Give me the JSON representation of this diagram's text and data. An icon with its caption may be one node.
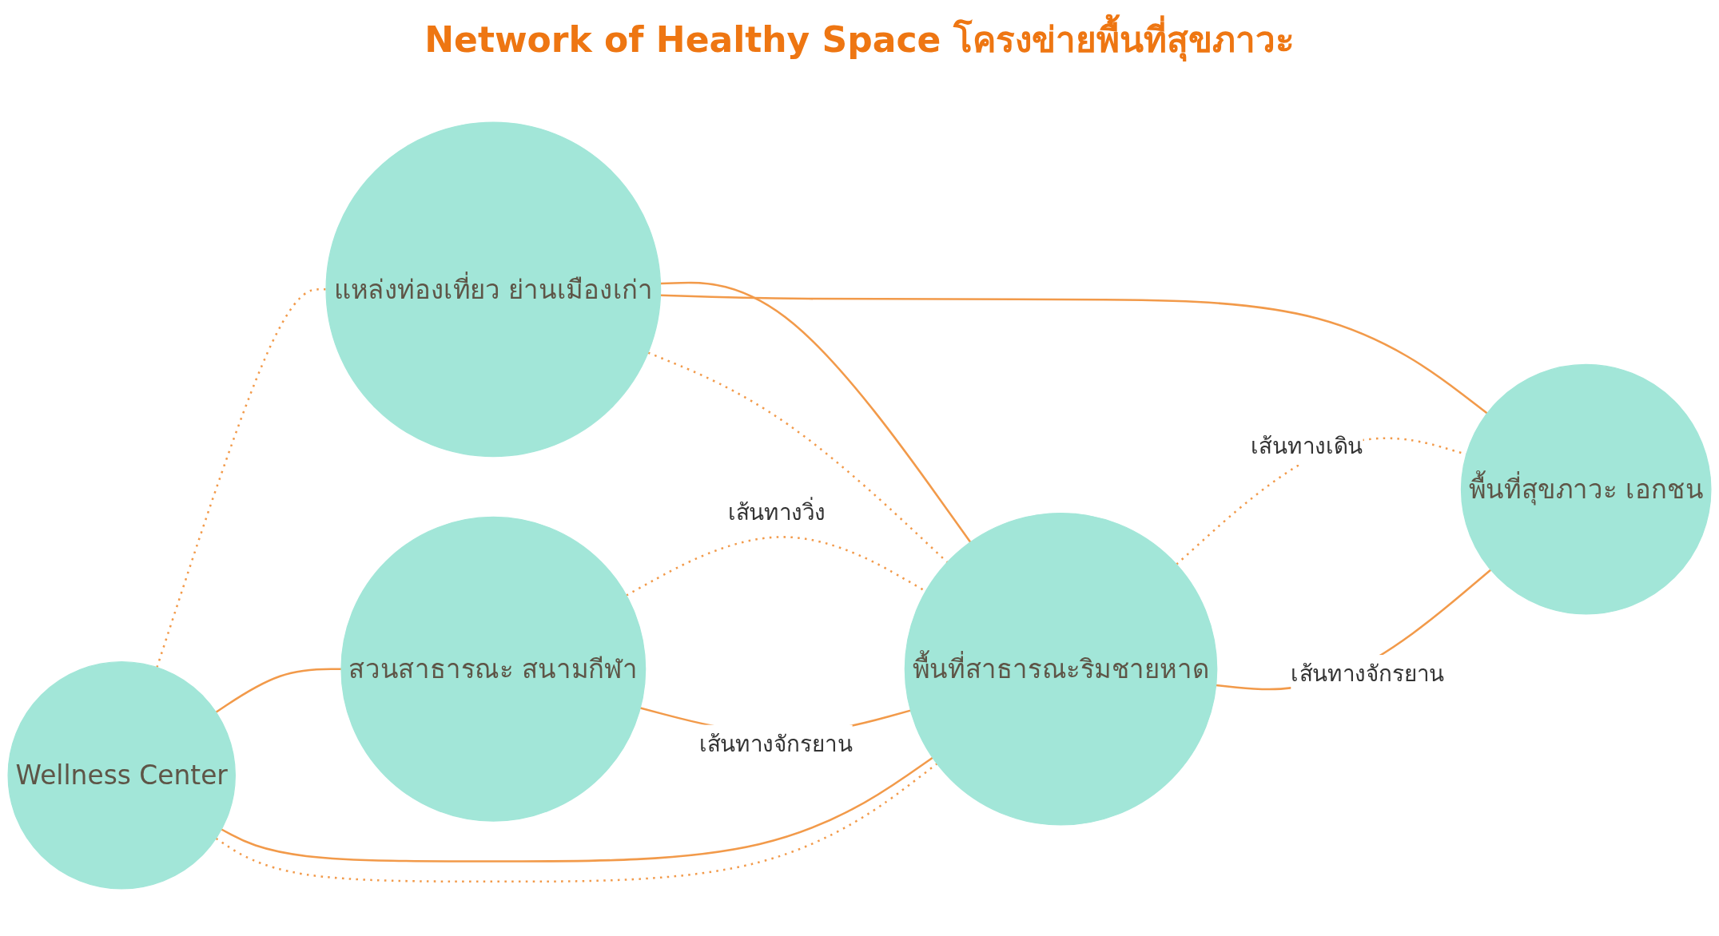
{
  "diagram": {
    "title": "Network of Healthy Space โครงข่ายพื้นที่สุขภาวะ",
    "nodes": [
      {
        "text": [
          "Wellness Center"
        ]
      },
      {
        "text": [
          "แหล่งท่องเที่ยว ย่านเมืองเก่า"
        ]
      },
      {
        "text": [
          "สวนสาธารณะ สนามกีฬา"
        ]
      },
      {
        "text": [
          "พื้นที่สาธารณะริมชายหาด"
        ]
      },
      {
        "text": [
          "พื้นที่สุขภาวะ เอกชน"
        ]
      }
    ],
    "edges": [
      {
        "from": 0,
        "to": 1,
        "arrow": "none",
        "style": "dashed"
      },
      {
        "from": 0,
        "to": 2,
        "arrow": "none"
      },
      {
        "from": 0,
        "to": 3,
        "arrow": "none"
      },
      {
        "from": 0,
        "to": 3,
        "arrow": "none",
        "style": "dashed"
      },
      {
        "from": 1,
        "to": 3,
        "arrow": "none"
      },
      {
        "from": 1,
        "to": 4,
        "arrow": "none"
      },
      {
        "from": 1,
        "to": 3,
        "arrow": "none",
        "style": "dashed"
      },
      {
        "from": 2,
        "to": 3,
        "label": "เส้นทางวิ่ง",
        "arrow": "none",
        "style": "dashed"
      },
      {
        "from": 3,
        "to": 4,
        "label": "เส้นทางเดิน",
        "arrow": "none",
        "style": "dashed"
      },
      {
        "from": 2,
        "to": 3,
        "label": "เส้นทางจักรยาน",
        "arrow": "none"
      },
      {
        "from": 3,
        "to": 4,
        "label": "เส้นทางจักรยาน",
        "arrow": "none"
      }
    ]
  }
}
